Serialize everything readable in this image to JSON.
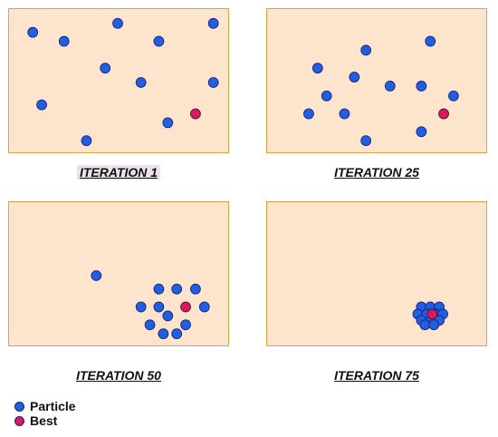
{
  "colors": {
    "particle": "#1f5fe0",
    "best": "#d81b60",
    "panel_bg": "#fde5cd",
    "panel_border": "#d9a441"
  },
  "panels": [
    {
      "caption": "ITERATION 1",
      "particles": [
        [
          26,
          26
        ],
        [
          61,
          36
        ],
        [
          121,
          16
        ],
        [
          228,
          16
        ],
        [
          167,
          36
        ],
        [
          107,
          66
        ],
        [
          147,
          82
        ],
        [
          228,
          82
        ],
        [
          36,
          107
        ],
        [
          177,
          127
        ],
        [
          86,
          147
        ]
      ],
      "best": [
        208,
        117
      ]
    },
    {
      "caption": "ITERATION 25",
      "particles": [
        [
          110,
          46
        ],
        [
          182,
          36
        ],
        [
          56,
          66
        ],
        [
          97,
          76
        ],
        [
          137,
          86
        ],
        [
          172,
          86
        ],
        [
          66,
          97
        ],
        [
          208,
          97
        ],
        [
          46,
          117
        ],
        [
          86,
          117
        ],
        [
          172,
          137
        ],
        [
          110,
          147
        ]
      ],
      "best": [
        197,
        117
      ]
    },
    {
      "caption": "ITERATION 50",
      "particles": [
        [
          97,
          82
        ],
        [
          167,
          97
        ],
        [
          187,
          97
        ],
        [
          208,
          97
        ],
        [
          147,
          117
        ],
        [
          167,
          117
        ],
        [
          218,
          117
        ],
        [
          177,
          127
        ],
        [
          157,
          137
        ],
        [
          197,
          137
        ],
        [
          172,
          147
        ],
        [
          187,
          147
        ]
      ],
      "best": [
        197,
        117
      ]
    },
    {
      "caption": "ITERATION 75",
      "particles": [
        [
          172,
          117
        ],
        [
          182,
          117
        ],
        [
          192,
          117
        ],
        [
          168,
          125
        ],
        [
          178,
          125
        ],
        [
          188,
          125
        ],
        [
          196,
          125
        ],
        [
          172,
          132
        ],
        [
          182,
          133
        ],
        [
          192,
          132
        ],
        [
          176,
          137
        ],
        [
          186,
          137
        ]
      ],
      "best": [
        184,
        125
      ]
    }
  ],
  "legend": {
    "particle_label": "Particle",
    "best_label": "Best"
  }
}
